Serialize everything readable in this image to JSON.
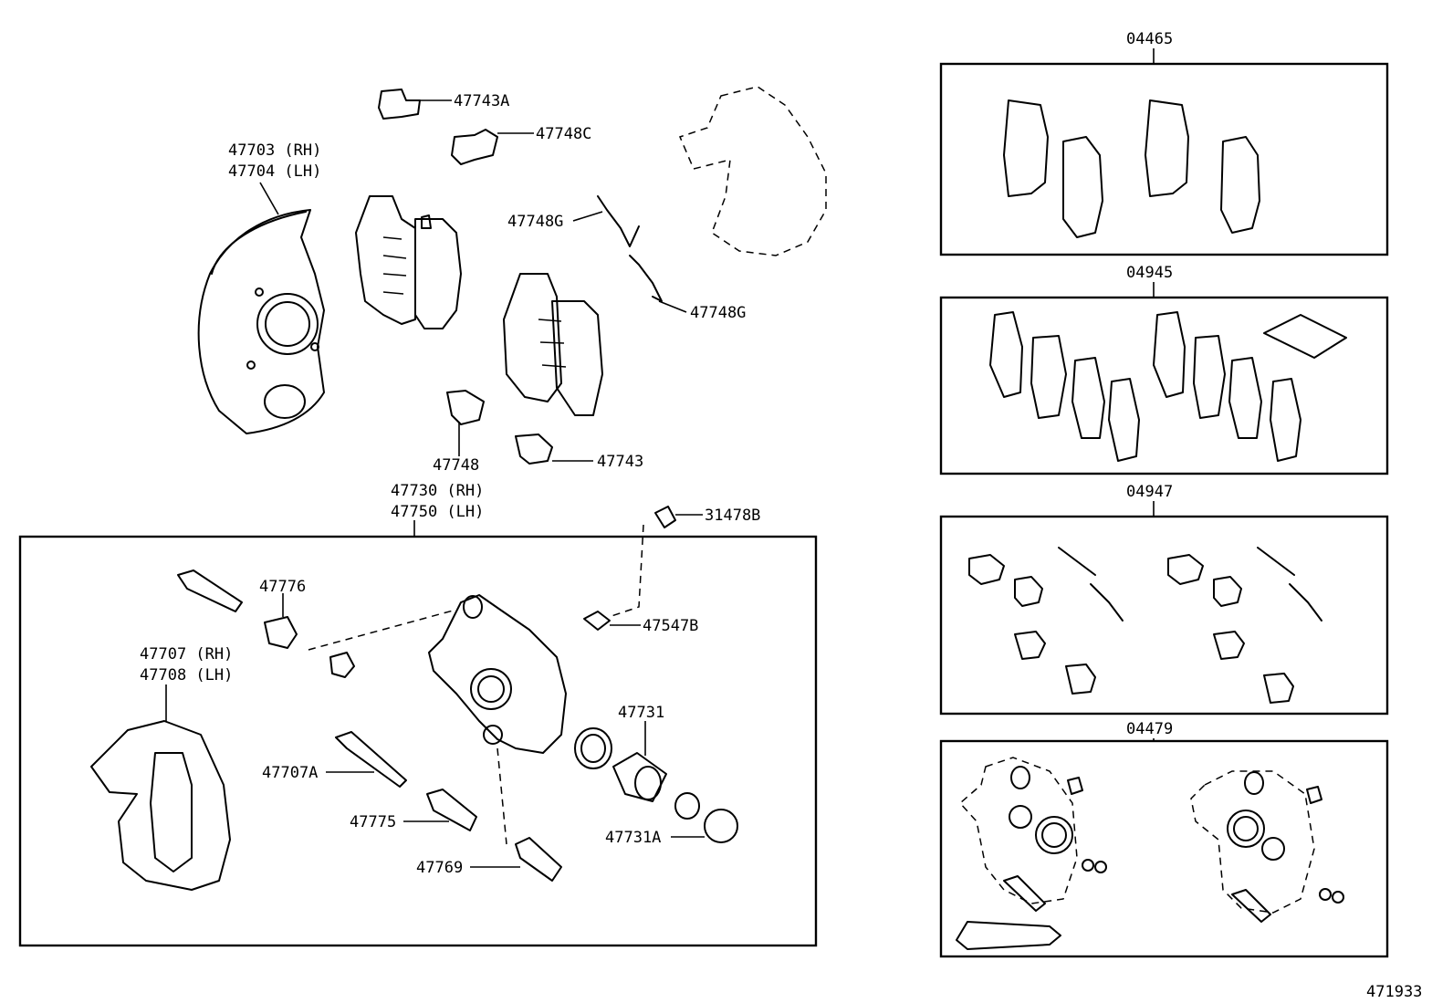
{
  "diagram_number": "471933",
  "labels": {
    "shield_upper": [
      "47703 (RH)",
      "47704 (LH)"
    ],
    "clip_a": "47743A",
    "clip_c": "47748C",
    "shim_g_upper": "47748G",
    "shim_g_lower": "47748G",
    "clip_47748": "47748",
    "clip_47743": "47743",
    "caliper": [
      "47730 (RH)",
      "47750 (LH)"
    ],
    "cap": "31478B",
    "boot_47776": "47776",
    "bleeder": "47547B",
    "shield_lower": [
      "47707 (RH)",
      "47708 (LH)"
    ],
    "bolt_47707a": "47707A",
    "bushing_47775": "47775",
    "pin_47769": "47769",
    "piston_47731": "47731",
    "ring_47731a": "47731A"
  },
  "kits": [
    {
      "code": "04465"
    },
    {
      "code": "04945"
    },
    {
      "code": "04947"
    },
    {
      "code": "04479"
    }
  ]
}
